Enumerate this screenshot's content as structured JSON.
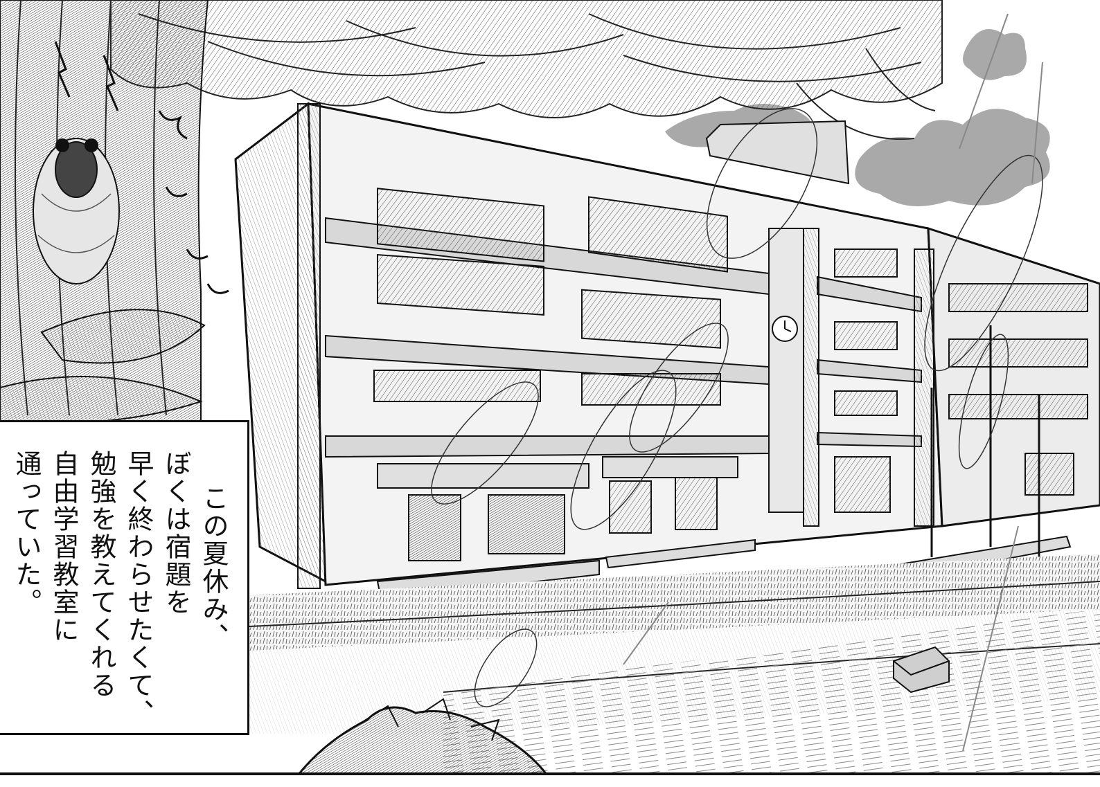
{
  "caption": {
    "lines": [
      "この夏休み、",
      "ぼくは宿題を",
      "早く終わらせたくて、",
      "勉強を教えてくれる",
      "自由学習教室に",
      "通っていた。"
    ]
  },
  "colors": {
    "ink": "#111111",
    "paper": "#ffffff",
    "screentone": "#9a9a9a",
    "cloud": "#a8a8a8"
  }
}
